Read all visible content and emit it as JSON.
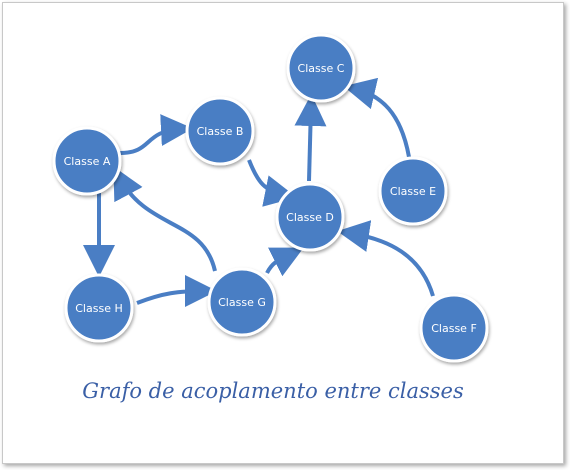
{
  "caption": "Grafo de acoplamento entre classes",
  "colors": {
    "node_fill": "#4a7ec4",
    "node_stroke": "#ffffff",
    "edge": "#4a7ec4",
    "caption": "#3a5fa6"
  },
  "nodes": [
    {
      "id": "A",
      "label": "Classe A"
    },
    {
      "id": "B",
      "label": "Classe B"
    },
    {
      "id": "C",
      "label": "Classe C"
    },
    {
      "id": "D",
      "label": "Classe D"
    },
    {
      "id": "E",
      "label": "Classe E"
    },
    {
      "id": "F",
      "label": "Classe F"
    },
    {
      "id": "G",
      "label": "Classe G"
    },
    {
      "id": "H",
      "label": "Classe H"
    }
  ],
  "edges": [
    {
      "from": "A",
      "to": "B"
    },
    {
      "from": "A",
      "to": "H"
    },
    {
      "from": "H",
      "to": "G"
    },
    {
      "from": "G",
      "to": "A"
    },
    {
      "from": "G",
      "to": "D"
    },
    {
      "from": "B",
      "to": "D"
    },
    {
      "from": "D",
      "to": "C"
    },
    {
      "from": "E",
      "to": "C"
    },
    {
      "from": "F",
      "to": "D"
    }
  ]
}
